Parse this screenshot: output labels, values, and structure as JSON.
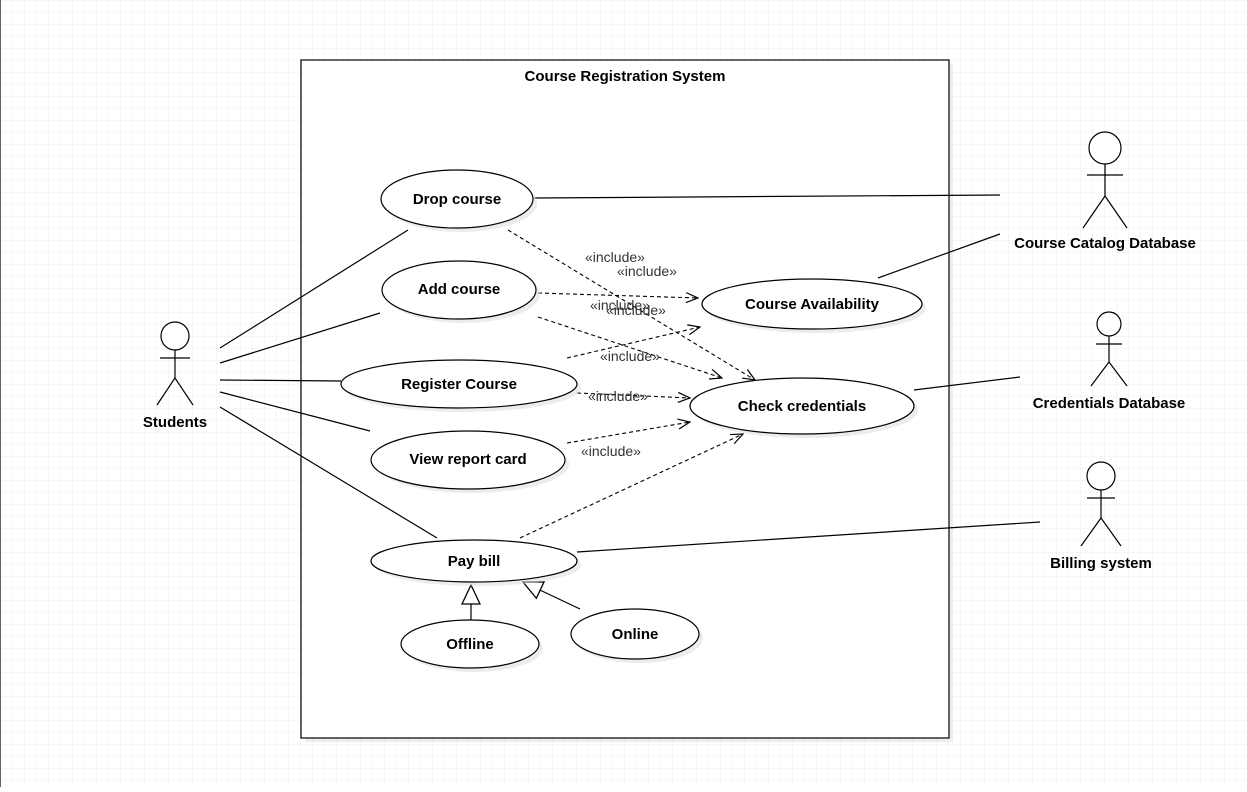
{
  "diagram": {
    "system_title": "Course Registration System",
    "actors": {
      "students": "Students",
      "course_catalog_db": "Course Catalog Database",
      "credentials_db": "Credentials Database",
      "billing_system": "Billing system"
    },
    "use_cases": {
      "drop_course": "Drop course",
      "add_course": "Add course",
      "register_course": "Register Course",
      "view_report_card": "View report card",
      "pay_bill": "Pay bill",
      "offline": "Offline",
      "online": "Online",
      "course_availability": "Course Availability",
      "check_credentials": "Check credentials"
    },
    "include_label": "«include»"
  }
}
